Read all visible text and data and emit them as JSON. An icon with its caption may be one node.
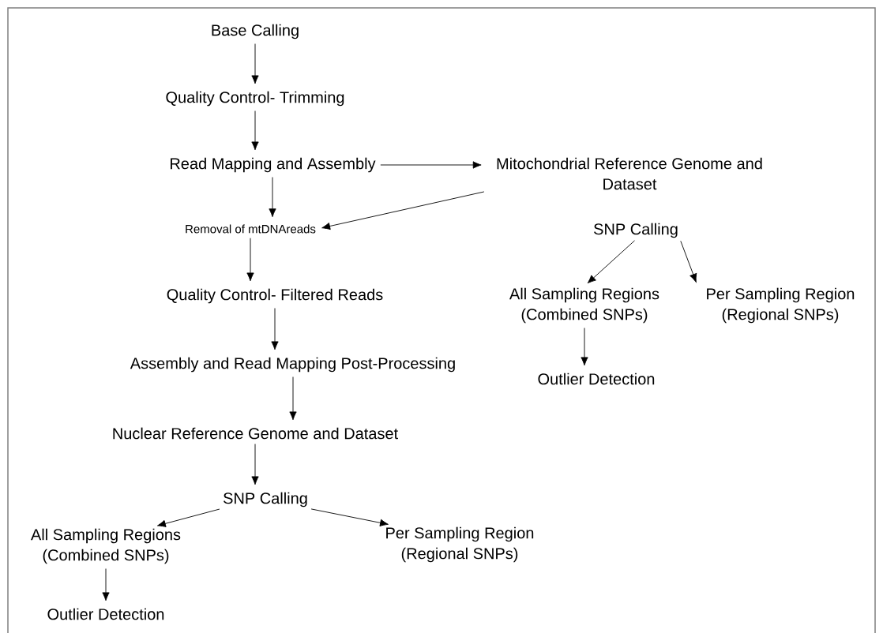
{
  "diagram": {
    "nodes": [
      {
        "text": [
          "Base Calling"
        ]
      },
      {
        "text": [
          "Quality Control- Trimming"
        ]
      },
      {
        "text": [
          "Read Mapping and Assembly"
        ]
      },
      {
        "text": [
          "Mitochondrial Reference Genome and Dataset"
        ]
      },
      {
        "text": [
          "Removal of mtDNAreads"
        ]
      },
      {
        "text": [
          "SNP Calling"
        ]
      },
      {
        "text": [
          "All Sampling Regions (Combined SNPs)"
        ]
      },
      {
        "text": [
          "Per Sampling Region (Regional SNPs)"
        ]
      },
      {
        "text": [
          "Quality Control- Filtered Reads"
        ]
      },
      {
        "text": [
          "Outlier Detection"
        ]
      },
      {
        "text": [
          "Assembly and Read Mapping Post-Processing"
        ]
      },
      {
        "text": [
          "Nuclear Reference Genome and Dataset"
        ]
      },
      {
        "text": [
          "SNP Calling"
        ]
      },
      {
        "text": [
          "All Sampling Regions (Combined SNPs)"
        ]
      },
      {
        "text": [
          "Per Sampling Region (Regional SNPs)"
        ]
      },
      {
        "text": [
          "Outlier Detection"
        ]
      }
    ],
    "edges": [
      {
        "from": 0,
        "to": 1,
        "arrow": "to"
      },
      {
        "from": 1,
        "to": 2,
        "arrow": "to"
      },
      {
        "from": 2,
        "to": 3,
        "arrow": "to"
      },
      {
        "from": 2,
        "to": 4,
        "arrow": "to"
      },
      {
        "from": 3,
        "to": 4,
        "arrow": "to"
      },
      {
        "from": 4,
        "to": 8,
        "arrow": "to"
      },
      {
        "from": 5,
        "to": 6,
        "arrow": "to"
      },
      {
        "from": 5,
        "to": 7,
        "arrow": "to"
      },
      {
        "from": 6,
        "to": 9,
        "arrow": "to"
      },
      {
        "from": 8,
        "to": 10,
        "arrow": "to"
      },
      {
        "from": 10,
        "to": 11,
        "arrow": "to"
      },
      {
        "from": 11,
        "to": 12,
        "arrow": "to"
      },
      {
        "from": 12,
        "to": 13,
        "arrow": "to"
      },
      {
        "from": 12,
        "to": 14,
        "arrow": "to"
      },
      {
        "from": 13,
        "to": 15,
        "arrow": "to"
      }
    ]
  }
}
